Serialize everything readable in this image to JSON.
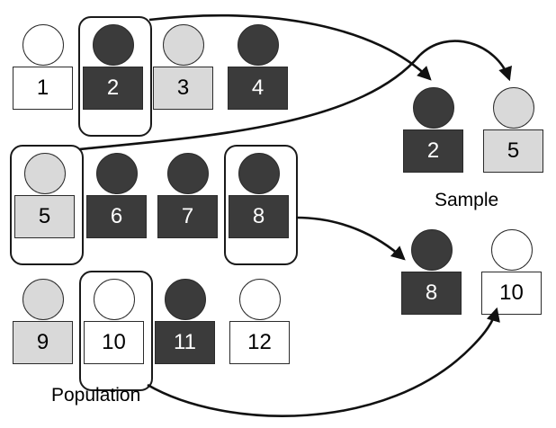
{
  "diagram": {
    "title_population": "Population",
    "title_sample": "Sample",
    "colors": {
      "dark": "#3b3b3b",
      "light": "#d9d9d9",
      "white": "#ffffff",
      "outline": "#2b2b2b",
      "arrow": "#111111"
    },
    "population": {
      "label": "Population",
      "rows": [
        [
          {
            "number": "1",
            "shade": "white",
            "selected": false
          },
          {
            "number": "2",
            "shade": "dark",
            "selected": true
          },
          {
            "number": "3",
            "shade": "light",
            "selected": false
          },
          {
            "number": "4",
            "shade": "dark",
            "selected": false
          }
        ],
        [
          {
            "number": "5",
            "shade": "light",
            "selected": true
          },
          {
            "number": "6",
            "shade": "dark",
            "selected": false
          },
          {
            "number": "7",
            "shade": "dark",
            "selected": false
          },
          {
            "number": "8",
            "shade": "dark",
            "selected": true
          }
        ],
        [
          {
            "number": "9",
            "shade": "light",
            "selected": false
          },
          {
            "number": "10",
            "shade": "white",
            "selected": true
          },
          {
            "number": "11",
            "shade": "dark",
            "selected": false
          },
          {
            "number": "12",
            "shade": "white",
            "selected": false
          }
        ]
      ]
    },
    "sample": {
      "label": "Sample",
      "rows": [
        [
          {
            "number": "2",
            "shade": "dark"
          },
          {
            "number": "5",
            "shade": "light"
          }
        ],
        [
          {
            "number": "8",
            "shade": "dark"
          },
          {
            "number": "10",
            "shade": "white"
          }
        ]
      ]
    },
    "arrows": [
      {
        "name": "arrow-2-to-sample",
        "from": "population-item-2",
        "to": "sample-item-2"
      },
      {
        "name": "arrow-5-to-sample",
        "from": "population-item-5",
        "to": "sample-item-5"
      },
      {
        "name": "arrow-8-to-sample",
        "from": "population-item-8",
        "to": "sample-item-8"
      },
      {
        "name": "arrow-10-to-sample",
        "from": "population-item-10",
        "to": "sample-item-10"
      }
    ]
  }
}
